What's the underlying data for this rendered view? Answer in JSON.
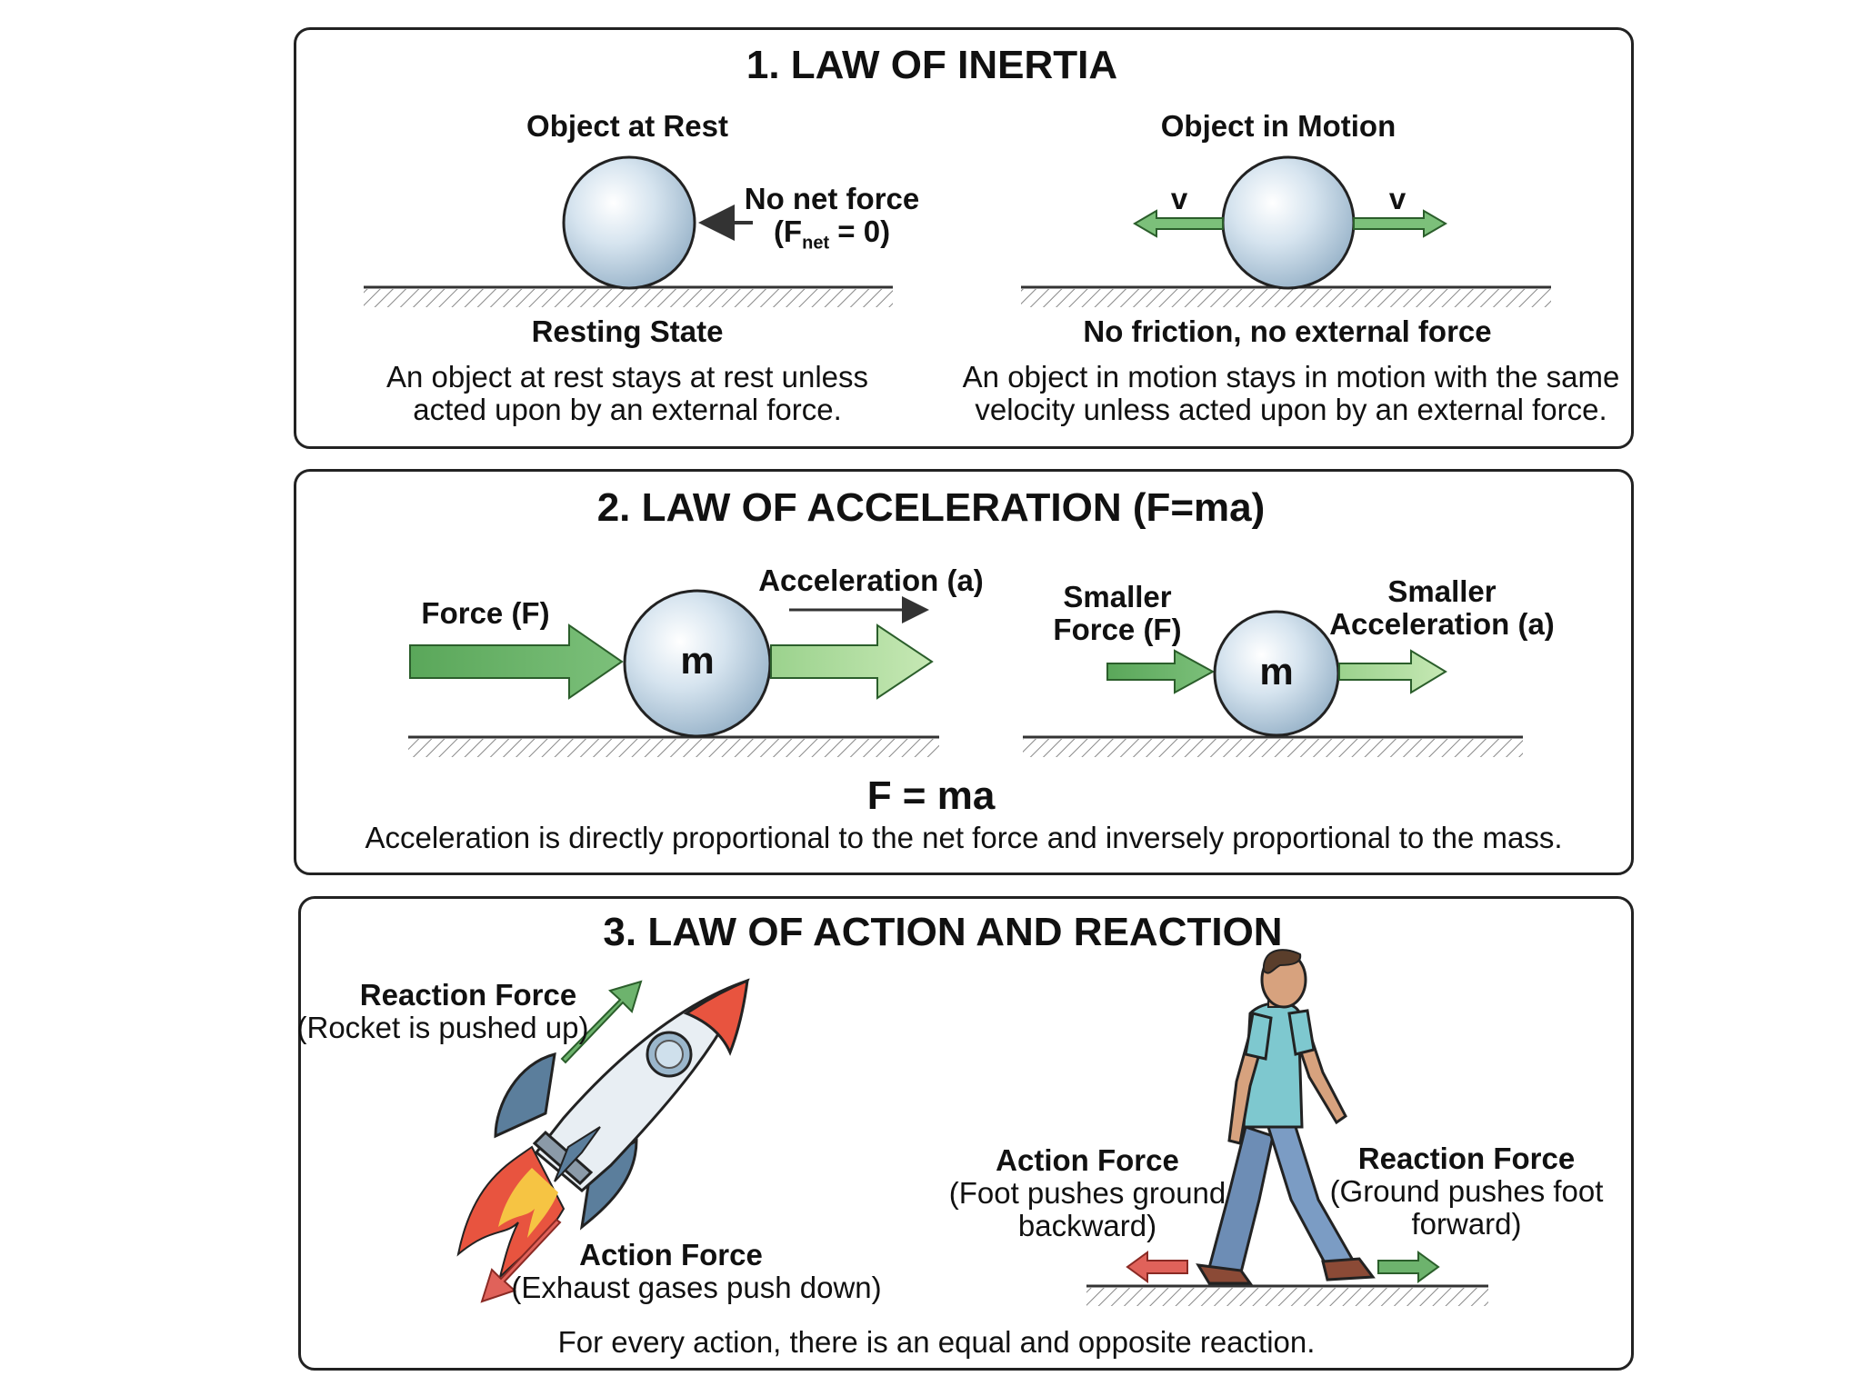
{
  "law1": {
    "title": "1. LAW OF INERTIA",
    "rest": {
      "heading": "Object at Rest",
      "force_line1": "No net force",
      "force_line2_prefix": "(F",
      "force_line2_sub": "net",
      "force_line2_suffix": " = 0)",
      "state": "Resting State",
      "desc_line1": "An object at rest stays at rest unless",
      "desc_line2": "acted upon by an external force."
    },
    "motion": {
      "heading": "Object in Motion",
      "v_left": "v",
      "v_right": "v",
      "state": "No friction, no external force",
      "desc_line1": "An object in motion stays in motion with the same",
      "desc_line2": "velocity unless acted upon by an external force."
    }
  },
  "law2": {
    "title": "2. LAW OF ACCELERATION (F=ma)",
    "left": {
      "force_label": "Force (F)",
      "acc_label": "Acceleration (a)",
      "mass": "m"
    },
    "right": {
      "force_line1": "Smaller",
      "force_line2": "Force (F)",
      "acc_line1": "Smaller",
      "acc_line2": "Acceleration (a)",
      "mass": "m"
    },
    "formula": "F = ma",
    "desc": "Acceleration is directly proportional to the net force and inversely proportional to the mass."
  },
  "law3": {
    "title": "3. LAW OF ACTION AND REACTION",
    "rocket": {
      "reaction_title": "Reaction Force",
      "reaction_desc": "(Rocket is pushed up)",
      "action_title": "Action Force",
      "action_desc": "(Exhaust gases push down)"
    },
    "walker": {
      "action_title": "Action Force",
      "action_desc_line1": "(Foot pushes ground",
      "action_desc_line2": "backward)",
      "reaction_title": "Reaction Force",
      "reaction_desc_line1": "(Ground pushes foot",
      "reaction_desc_line2": "forward)"
    },
    "desc": "For every action, there is an equal and opposite reaction."
  },
  "colors": {
    "border": "#222222",
    "green_arrow": "#6db36d",
    "light_green_arrow": "#a8d89a",
    "red_arrow": "#e0625a",
    "ball": "#c9dbe8",
    "rocket_body": "#e8eef3",
    "rocket_fin": "#5b7e9c",
    "flame_outer": "#e8543f",
    "flame_inner": "#f6c443"
  }
}
